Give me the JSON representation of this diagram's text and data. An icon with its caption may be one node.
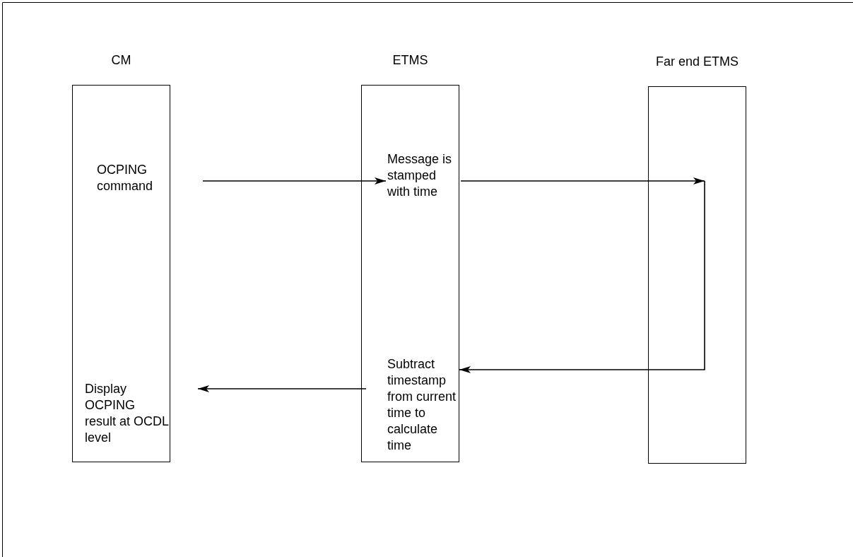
{
  "diagram": {
    "nodes": [
      {
        "text": [
          "CM"
        ]
      },
      {
        "text": [
          "OCPING command"
        ],
        "in": 0
      },
      {
        "text": [
          "Display OCPING result at OCDL level"
        ],
        "in": 0
      },
      {
        "text": [
          "ETMS"
        ]
      },
      {
        "text": [
          "Message is stamped with time"
        ],
        "in": 3
      },
      {
        "text": [
          "Subtract timestamp from current time to calculate time"
        ],
        "in": 3
      },
      {
        "text": [
          "Far end ETMS"
        ]
      }
    ],
    "edges": [
      {
        "from": 1,
        "to": 4,
        "arrow": "to"
      },
      {
        "from": 4,
        "to": 6,
        "arrow": "to"
      },
      {
        "from": 6,
        "to": 5,
        "arrow": "to"
      },
      {
        "from": 5,
        "to": 2,
        "arrow": "to"
      }
    ]
  }
}
